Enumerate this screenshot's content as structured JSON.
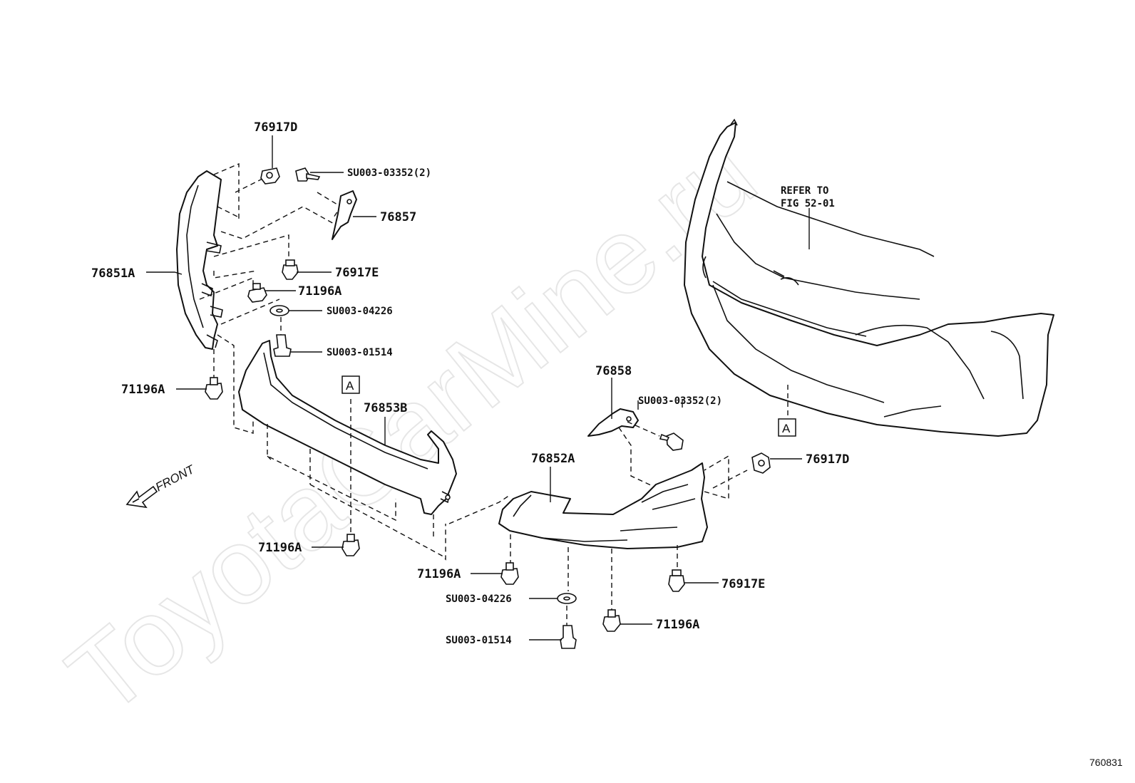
{
  "watermark": "ToyotaCarMine.ru",
  "diagram_code": "760831",
  "front_label": "FRONT",
  "ref_box_letter": "A",
  "refer_note": [
    "REFER TO",
    "FIG 52-01"
  ],
  "labels": {
    "p76917D_top": "76917D",
    "su03352_top": "SU003-03352(2)",
    "p76857": "76857",
    "p76851A": "76851A",
    "p76917E_top": "76917E",
    "p71196A_top": "71196A",
    "su04226_top": "SU003-04226",
    "su01514_top": "SU003-01514",
    "p71196A_left": "71196A",
    "p76853B": "76853B",
    "p76858": "76858",
    "su03352_mid": "SU003-03352(2)",
    "p76917D_right": "76917D",
    "p76852A": "76852A",
    "p71196A_bl": "71196A",
    "p71196A_bm": "71196A",
    "p76917E_right": "76917E",
    "su04226_bottom": "SU003-04226",
    "p71196A_br": "71196A",
    "su01514_bottom": "SU003-01514"
  }
}
